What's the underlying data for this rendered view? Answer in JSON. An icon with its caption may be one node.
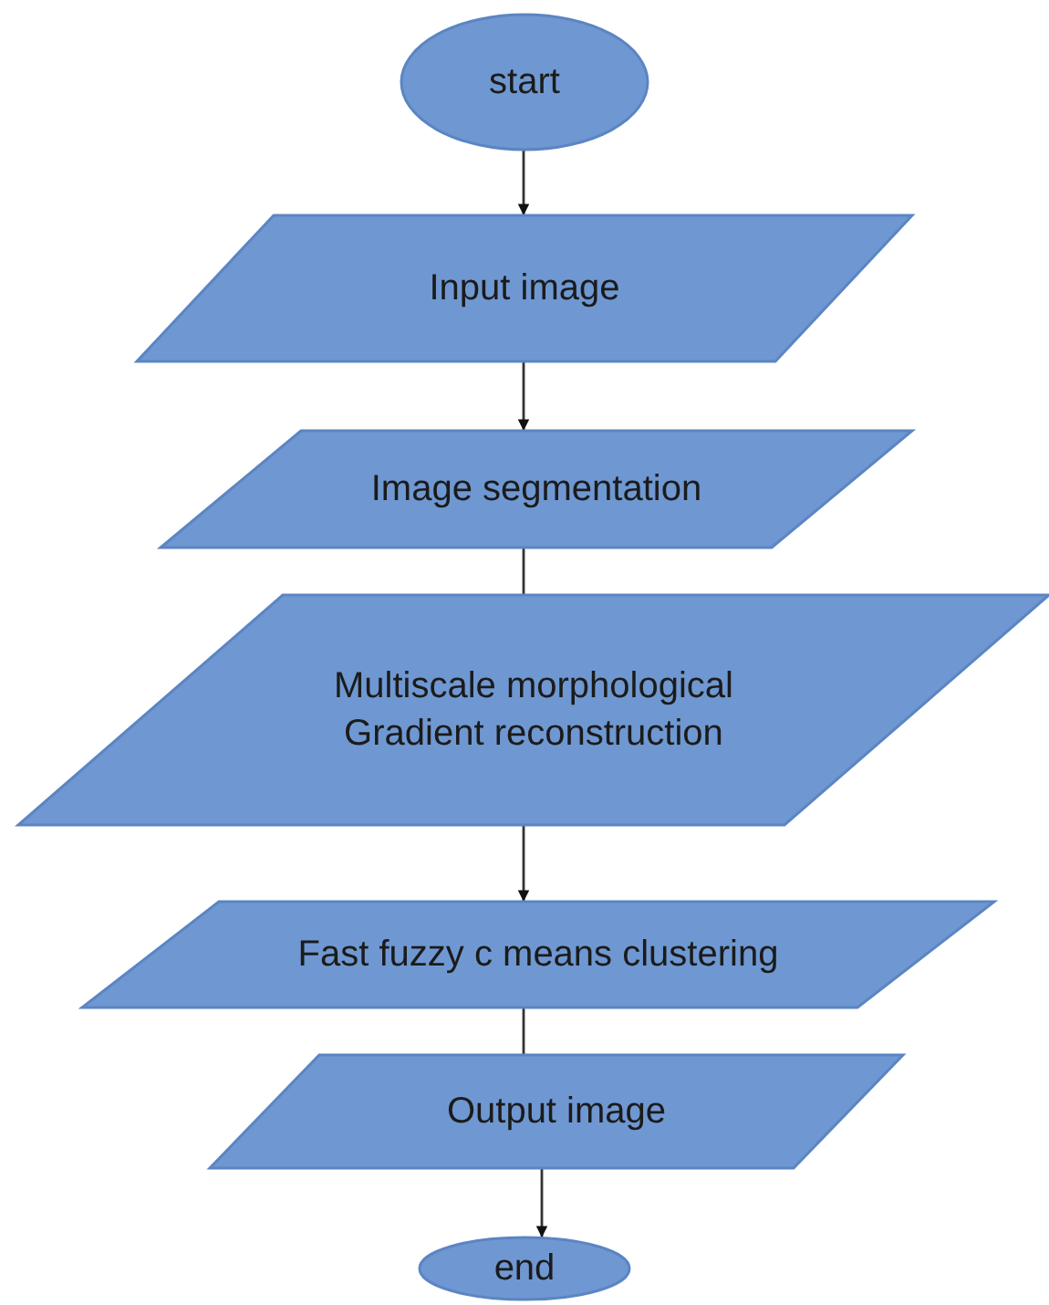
{
  "diagram": {
    "nodes": [
      {
        "text": [
          "start"
        ]
      },
      {
        "text": [
          "Input image"
        ]
      },
      {
        "text": [
          "Image segmentation"
        ]
      },
      {
        "text": [
          "Multiscale morphological Gradient reconstruction"
        ]
      },
      {
        "text": [
          "Fast fuzzy c means clustering"
        ]
      },
      {
        "text": [
          "Output image"
        ]
      },
      {
        "text": [
          "end"
        ]
      }
    ],
    "edges": [
      {
        "from": 0,
        "to": 1,
        "arrow": "to"
      },
      {
        "from": 1,
        "to": 2,
        "arrow": "to"
      },
      {
        "from": 2,
        "to": 3,
        "arrow": "none"
      },
      {
        "from": 3,
        "to": 4,
        "arrow": "to"
      },
      {
        "from": 4,
        "to": 5,
        "arrow": "none"
      },
      {
        "from": 5,
        "to": 6,
        "arrow": "to"
      }
    ]
  }
}
